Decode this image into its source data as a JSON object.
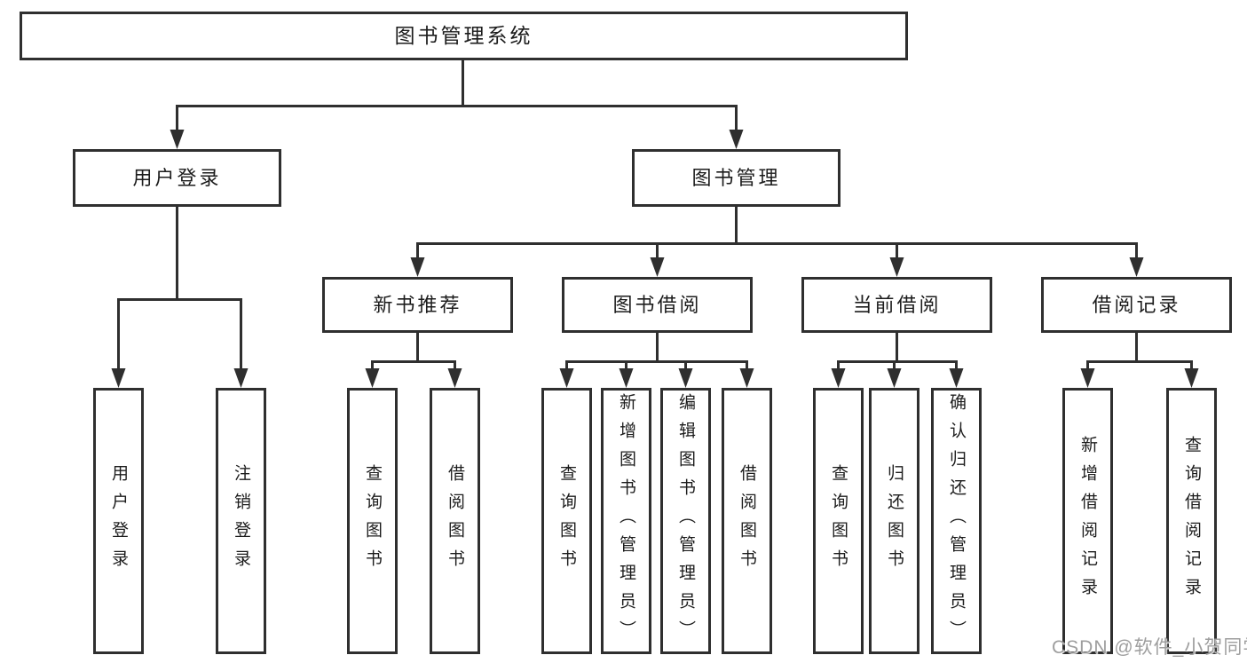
{
  "diagram": {
    "title": "图书管理系统",
    "level2": [
      "用户登录",
      "图书管理"
    ],
    "level3": [
      "新书推荐",
      "图书借阅",
      "当前借阅",
      "借阅记录"
    ],
    "leaves": {
      "user_login": [
        "用户登录",
        "注销登录"
      ],
      "new_book_recommend": [
        "查询图书",
        "借阅图书"
      ],
      "book_borrow": [
        "查询图书",
        "新增图书（管理员）",
        "编辑图书（管理员）",
        "借阅图书"
      ],
      "current_borrow": [
        "查询图书",
        "归还图书",
        "确认归还（管理员）"
      ],
      "borrow_records": [
        "新增借阅记录",
        "查询借阅记录"
      ]
    }
  },
  "watermark": "CSDN @软件_小贺同学",
  "colors": {
    "line": "#2f2f2f",
    "text": "#1c1c1c",
    "watermark": "#9e9e9e",
    "background": "#ffffff"
  }
}
